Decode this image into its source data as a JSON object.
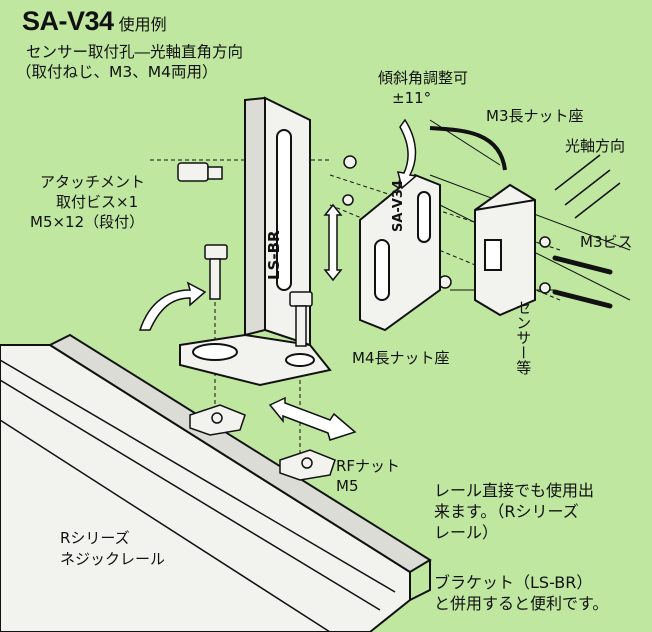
{
  "header": {
    "model": "SA-V34",
    "model_suffix": "使用例",
    "subtitle_line1": "センサー取付孔―光軸直角方向",
    "subtitle_line2": "（取付ねじ、M3、M4両用）"
  },
  "labels": {
    "tilt_adjust": "傾斜角調整可",
    "tilt_angle": "±11°",
    "m3_nut_seat": "M3長ナット座",
    "optical_axis_dir": "光軸方向",
    "m3_screw": "M3ビス",
    "attachment_line1": "アタッチメント",
    "attachment_line2": "取付ビス×1",
    "attachment_line3": "M5×12（段付）",
    "bracket_name": "LS-BR",
    "plate_name": "SA-V34",
    "m4_nut_seat": "M4長ナット座",
    "sensor_etc": "センサー等",
    "rf_nut_line1": "RFナット",
    "rf_nut_line2": "M5",
    "rail_line1": "Rシリーズ",
    "rail_line2": "ネジックレール"
  },
  "notes": {
    "rail_direct": "レール直接でも使用出\n来ます。（Rシリーズ\nレール）",
    "bracket_combo": "ブラケット（LS-BR）\nと併用すると便利です。"
  },
  "colors": {
    "background": "#bfe7a0",
    "line": "#111111",
    "part_fill": "#f2f2ee"
  }
}
